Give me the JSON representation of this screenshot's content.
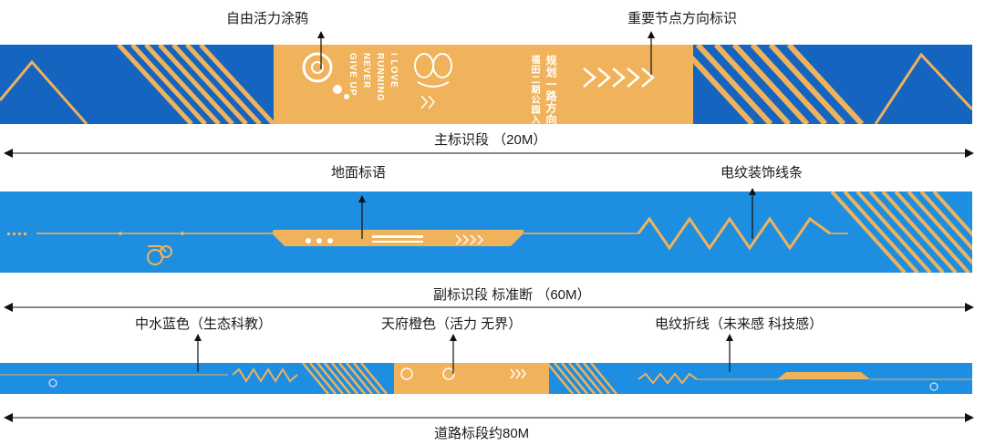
{
  "colors": {
    "blue_dark": "#1565c0",
    "blue": "#1e8ee0",
    "orange": "#f0b25a",
    "white": "#ffffff",
    "line": "#111111"
  },
  "section1": {
    "label_graffiti": "自由活力涂鸦",
    "label_direction": "重要节点方向标识",
    "caption": "主标识段 （20M）",
    "slogan_en": [
      "I LOVE",
      "RUNNING",
      "NEVER",
      "GIVE UP"
    ],
    "slogan_cn": [
      "规划一路方向",
      "福田二期公园入口"
    ]
  },
  "section2": {
    "label_ground_slogan": "地面标语",
    "label_pattern_lines": "电纹装饰线条",
    "caption": "副标识段 标准断 （60M）"
  },
  "section3": {
    "label_blue": "中水蓝色（生态科教）",
    "label_orange": "天府橙色（活力 无界）",
    "label_zigzag": "电纹折线（未来感 科技感）",
    "caption": "道路标段约80M"
  }
}
